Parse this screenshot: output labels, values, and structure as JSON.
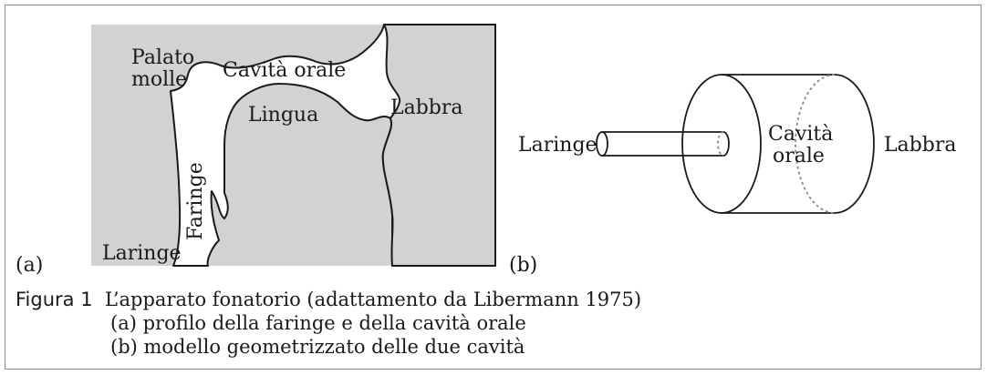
{
  "panel_a": {
    "tag": "(a)",
    "labels": {
      "palato": "Palato",
      "molle": "molle",
      "cavita_orale": "Cavità orale",
      "lingua": "Lingua",
      "labbra": "Labbra",
      "faringe": "Faringe",
      "laringe": "Laringe"
    },
    "colors": {
      "tissue": "#d2d2d2",
      "outline": "#1a1a1a"
    }
  },
  "panel_b": {
    "tag": "(b)",
    "labels": {
      "laringe": "Laringe",
      "cavita": "Cavità",
      "orale": "orale",
      "labbra": "Labbra"
    }
  },
  "caption": {
    "tag": "Figura 1",
    "title": "L’apparato fonatorio (adattamento da Libermann 1975)",
    "line_a": "(a) profilo della faringe e della cavità orale",
    "line_b": "(b) modello geometrizzato delle due cavità"
  }
}
